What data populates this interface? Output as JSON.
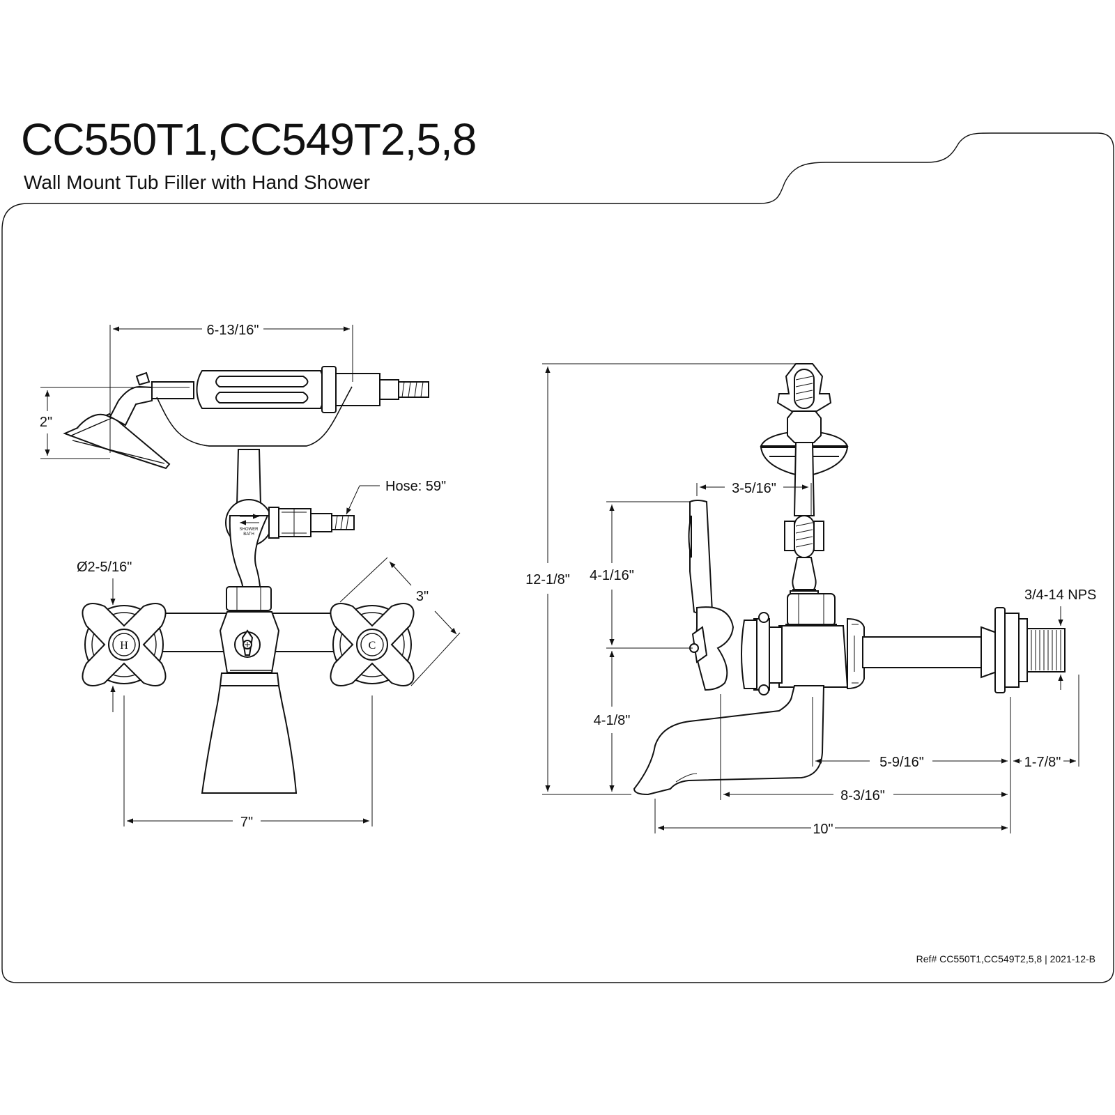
{
  "header": {
    "title": "CC550T1,CC549T2,5,8",
    "subtitle": "Wall Mount Tub Filler with Hand Shower"
  },
  "front_view": {
    "dim_handshower_width": "6-13/16\"",
    "dim_handshower_height": "2\"",
    "hose_label": "Hose: 59\"",
    "dim_handle_diameter": "Ø2-5/16\"",
    "dim_handle_offset": "3\"",
    "dim_center_spacing": "7\"",
    "diverter_label_top": "SHOWER",
    "diverter_label_bottom": "BATH",
    "hot_mark": "H",
    "cold_mark": "C"
  },
  "side_view": {
    "dim_overall_height": "12-1/8\"",
    "dim_handle_to_cradle": "3-5/16\"",
    "dim_upper_height": "4-1/16\"",
    "dim_lower_height": "4-1/8\"",
    "connection_label": "3/4-14 NPS",
    "dim_spout_reach": "5-9/16\"",
    "dim_thread_length": "1-7/8\"",
    "dim_body_reach": "8-3/16\"",
    "dim_overall_depth": "10\""
  },
  "footer": {
    "reference": "Ref# CC550T1,CC549T2,5,8 | 2021-12-B"
  }
}
